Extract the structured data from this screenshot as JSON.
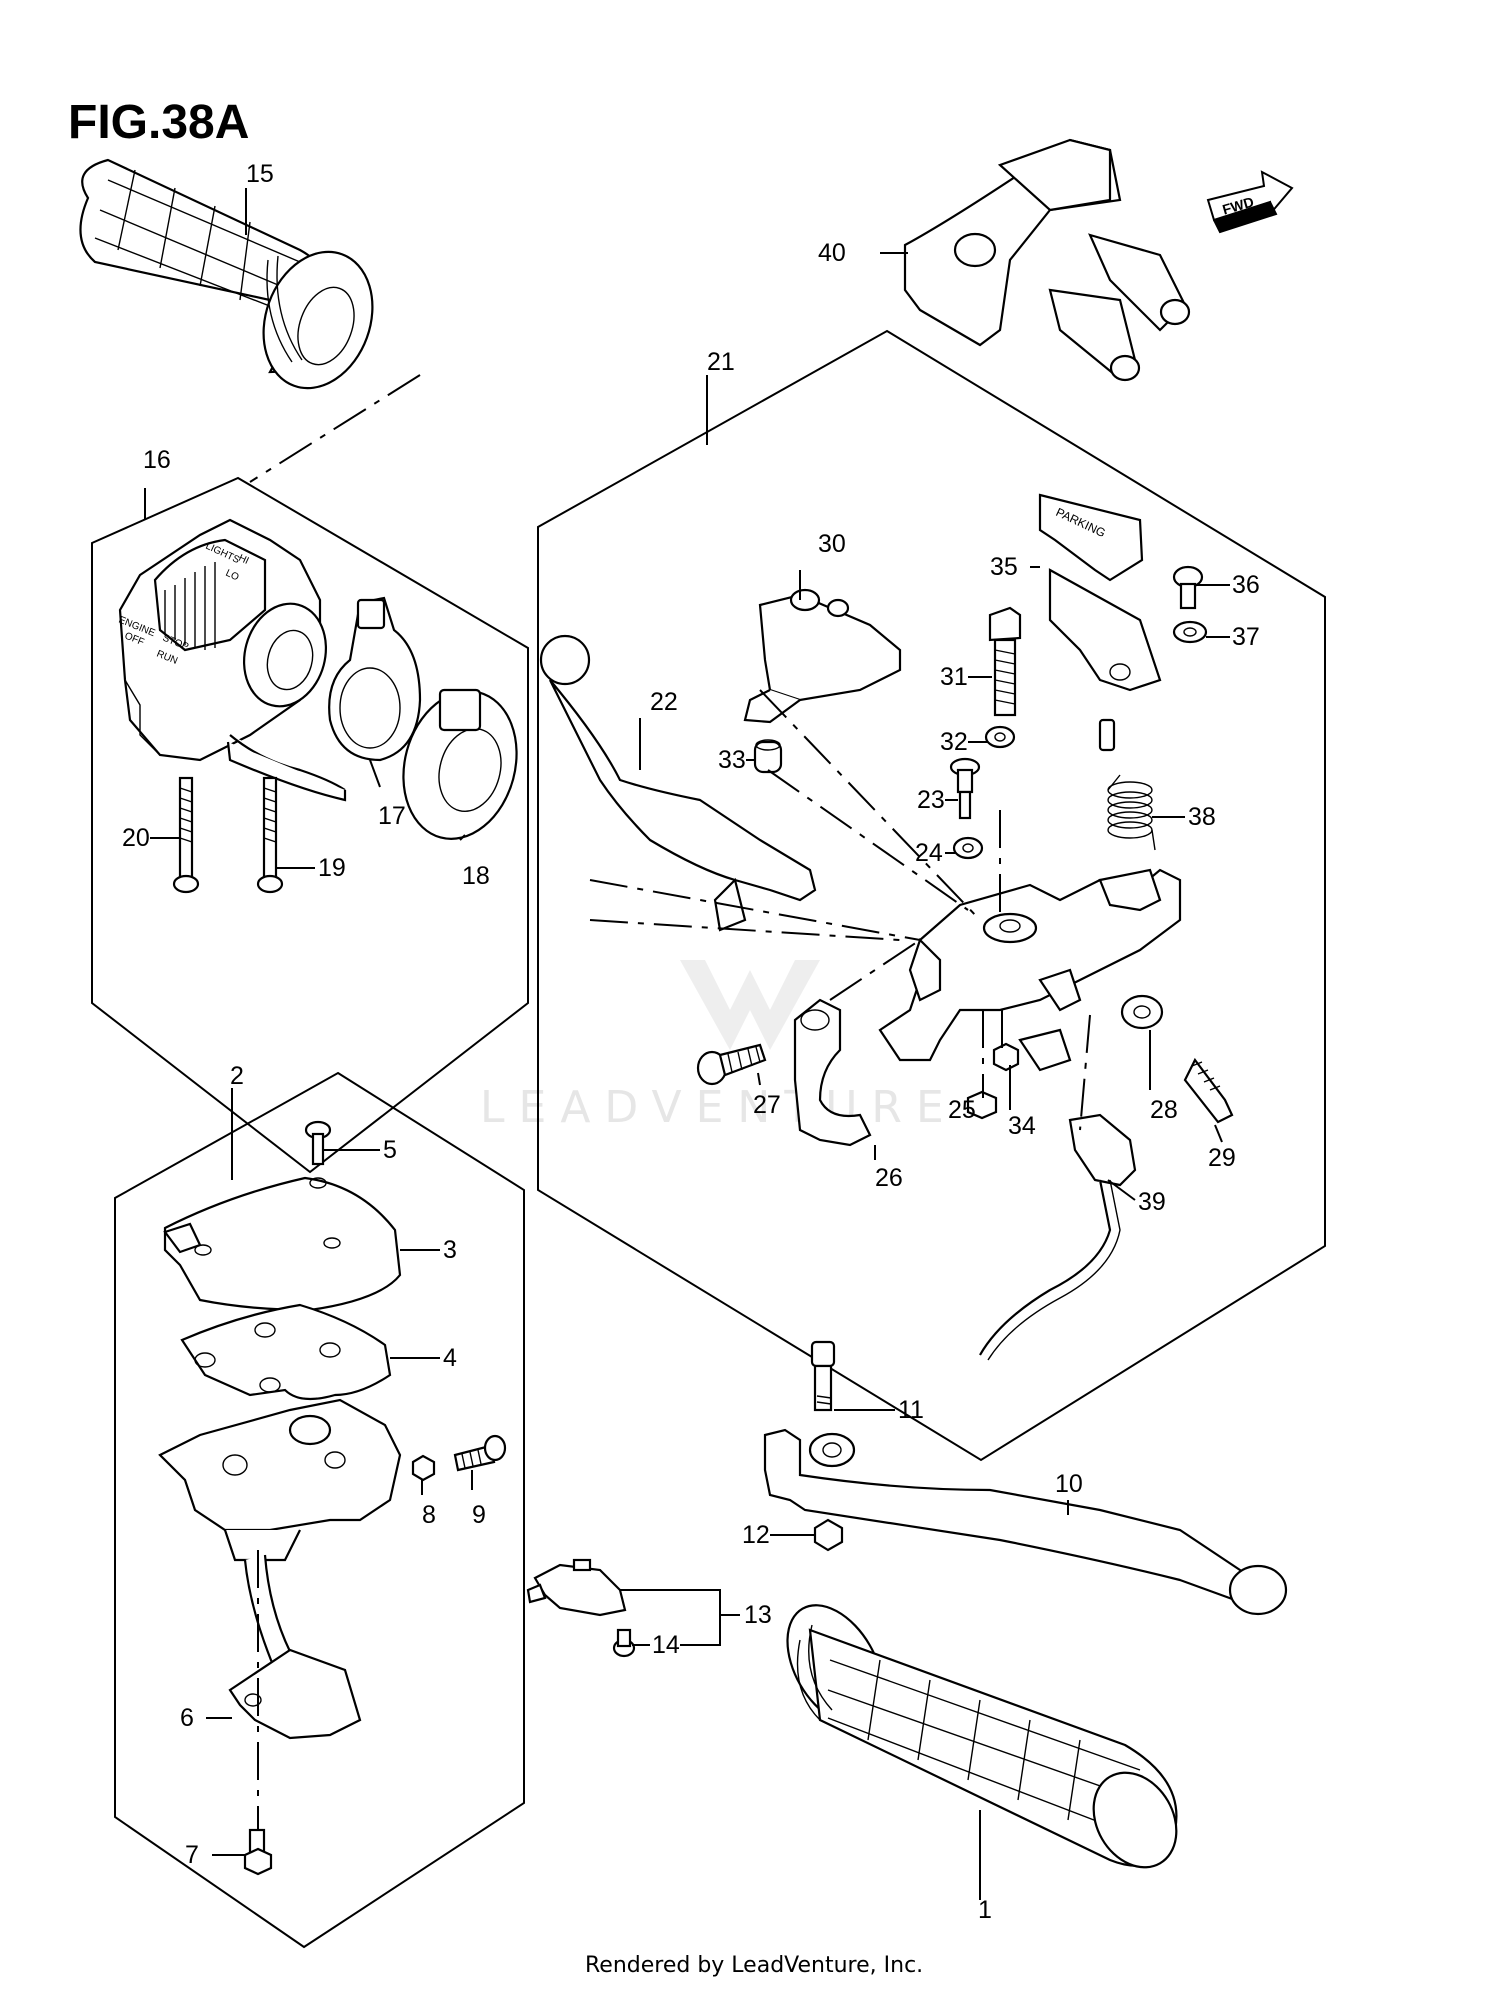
{
  "figure": {
    "title": "FIG.38A",
    "footer": "Rendered by LeadVenture, Inc.",
    "watermark": "LEADVENTURE",
    "fwd_label": "FWD"
  },
  "decals": {
    "switch_lights": "LIGHTS",
    "switch_hi": "HI",
    "switch_lo": "LO",
    "switch_engine": "ENGINE",
    "switch_stop": "STOP",
    "switch_off": "OFF",
    "switch_run": "RUN",
    "parking": "PARKING"
  },
  "callouts": [
    {
      "id": "c1",
      "label": "1"
    },
    {
      "id": "c2",
      "label": "2"
    },
    {
      "id": "c3",
      "label": "3"
    },
    {
      "id": "c4",
      "label": "4"
    },
    {
      "id": "c5",
      "label": "5"
    },
    {
      "id": "c6",
      "label": "6"
    },
    {
      "id": "c7",
      "label": "7"
    },
    {
      "id": "c8",
      "label": "8"
    },
    {
      "id": "c9",
      "label": "9"
    },
    {
      "id": "c10",
      "label": "10"
    },
    {
      "id": "c11",
      "label": "11"
    },
    {
      "id": "c12",
      "label": "12"
    },
    {
      "id": "c13",
      "label": "13"
    },
    {
      "id": "c14",
      "label": "14"
    },
    {
      "id": "c15",
      "label": "15"
    },
    {
      "id": "c16",
      "label": "16"
    },
    {
      "id": "c17",
      "label": "17"
    },
    {
      "id": "c18",
      "label": "18"
    },
    {
      "id": "c19",
      "label": "19"
    },
    {
      "id": "c20",
      "label": "20"
    },
    {
      "id": "c21",
      "label": "21"
    },
    {
      "id": "c22",
      "label": "22"
    },
    {
      "id": "c23",
      "label": "23"
    },
    {
      "id": "c24",
      "label": "24"
    },
    {
      "id": "c25",
      "label": "25"
    },
    {
      "id": "c26",
      "label": "26"
    },
    {
      "id": "c27",
      "label": "27"
    },
    {
      "id": "c28",
      "label": "28"
    },
    {
      "id": "c29",
      "label": "29"
    },
    {
      "id": "c30",
      "label": "30"
    },
    {
      "id": "c31",
      "label": "31"
    },
    {
      "id": "c32",
      "label": "32"
    },
    {
      "id": "c33",
      "label": "33"
    },
    {
      "id": "c34",
      "label": "34"
    },
    {
      "id": "c35",
      "label": "35"
    },
    {
      "id": "c36",
      "label": "36"
    },
    {
      "id": "c37",
      "label": "37"
    },
    {
      "id": "c38",
      "label": "38"
    },
    {
      "id": "c39",
      "label": "39"
    },
    {
      "id": "c40",
      "label": "40"
    }
  ]
}
